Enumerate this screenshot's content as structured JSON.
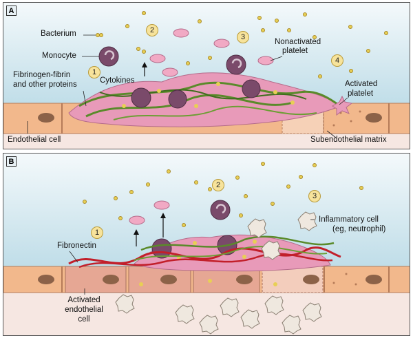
{
  "panel_a": {
    "letter": "A",
    "labels": {
      "bacterium": "Bacterium",
      "monocyte": "Monocyte",
      "fibrinogen_line1": "Fibrinogen-fibrin",
      "fibrinogen_line2": "and other proteins",
      "cytokines": "Cytokines",
      "nonactivated_line1": "Nonactivated",
      "nonactivated_line2": "platelet",
      "activated_line1": "Activated",
      "activated_line2": "platelet",
      "endothelial_cell": "Endothelial cell",
      "subendothelial_matrix": "Subendothelial matrix"
    },
    "steps": [
      "1",
      "2",
      "3",
      "4"
    ]
  },
  "panel_b": {
    "letter": "B",
    "labels": {
      "fibronectin": "Fibronectin",
      "inflammatory_line1": "Inflammatory cell",
      "inflammatory_line2": "(eg, neutrophil)",
      "activated_endo_line1": "Activated",
      "activated_endo_line2": "endothelial",
      "activated_endo_line3": "cell"
    },
    "steps": [
      "1",
      "2",
      "3"
    ]
  },
  "colors": {
    "background_top": "#c8e3ec",
    "endothelium": "#f2b88c",
    "nucleus": "#8c6248",
    "monocyte": "#7a4a6a",
    "fibrin_green": "#5a8a2a",
    "fibronectin_red": "#c21f2a",
    "bacterium_yellow": "#e8cf55",
    "platelet_pink": "#f1a9c4"
  }
}
